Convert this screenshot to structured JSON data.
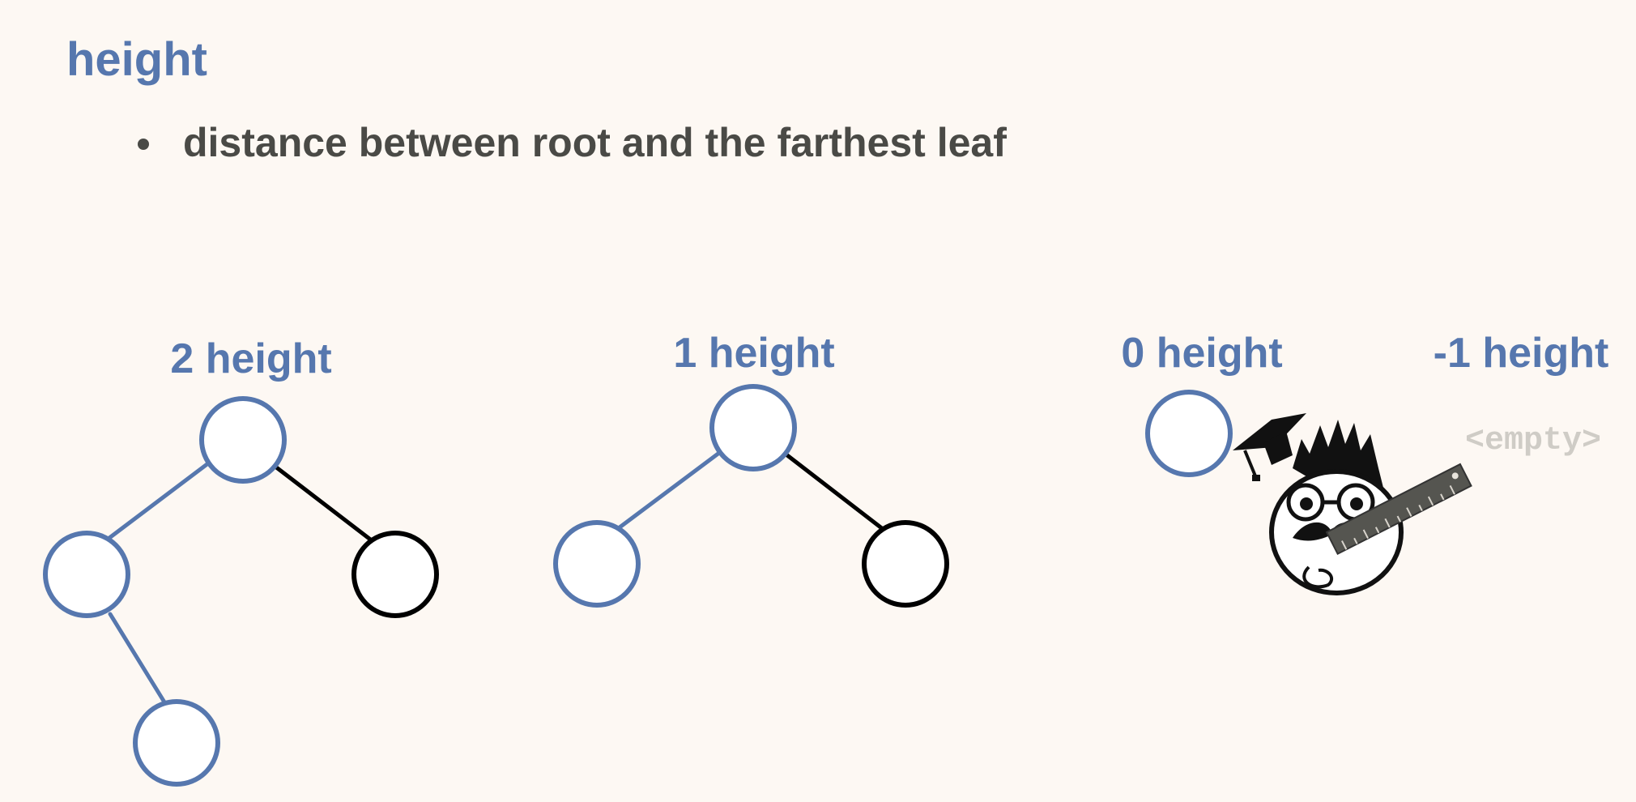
{
  "slide": {
    "title": "height",
    "bullets": [
      "distance between root and the farthest leaf"
    ]
  },
  "diagram": {
    "trees": [
      {
        "label": "2 height",
        "height": 2,
        "nodes": 4
      },
      {
        "label": "1 height",
        "height": 1,
        "nodes": 3
      },
      {
        "label": "0 height",
        "height": 0,
        "nodes": 1
      },
      {
        "label": "-1 height",
        "height": -1,
        "nodes": 0,
        "placeholder": "<empty>"
      }
    ],
    "mascot_icon": "professor-with-ruler-icon"
  },
  "colors": {
    "background": "#fdf8f3",
    "accent": "#5677ae",
    "text": "#4a4a46",
    "leaf_highlight": "#000000",
    "placeholder": "#cfccc6"
  }
}
